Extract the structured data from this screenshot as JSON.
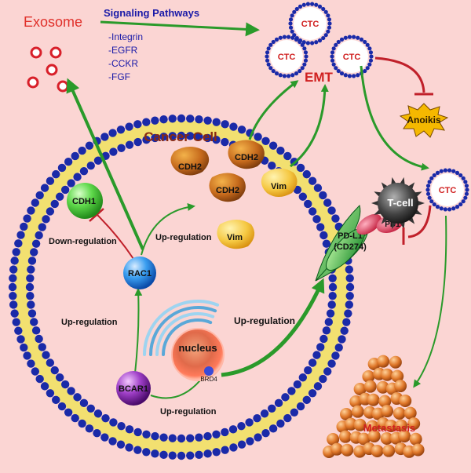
{
  "labels": {
    "exosome": "Exosome",
    "signaling_pathways": "Signaling Pathways",
    "pathways": [
      "-Integrin",
      "-EGFR",
      "-CCKR",
      "-FGF"
    ],
    "emt": "EMT",
    "ctc": "CTC",
    "anoikis": "Anoikis",
    "cancer_cell": "Cancer Cell",
    "cdh2": "CDH2",
    "cdh1": "CDH1",
    "vim": "Vim",
    "t_cell": "T-cell",
    "pd1": "PD1",
    "pdl1_line1": "PD-L1",
    "pdl1_line2": "(CD274)",
    "rac1": "RAC1",
    "nucleus": "nucleus",
    "brd4": "BRD4",
    "bcar1": "BCAR1",
    "down_regulation": "Down-regulation",
    "up_regulation": "Up-regulation",
    "metastasis": "Metastasis"
  },
  "colors": {
    "background": "#fbd5d3",
    "arrow_green": "#2a9a2a",
    "inhibit_red": "#c0202a",
    "title_red": "#e0302a",
    "pathway_blue": "#1a1aa8",
    "membrane_blue": "#1a2aa8",
    "lipid_yellow": "#f2e070"
  }
}
